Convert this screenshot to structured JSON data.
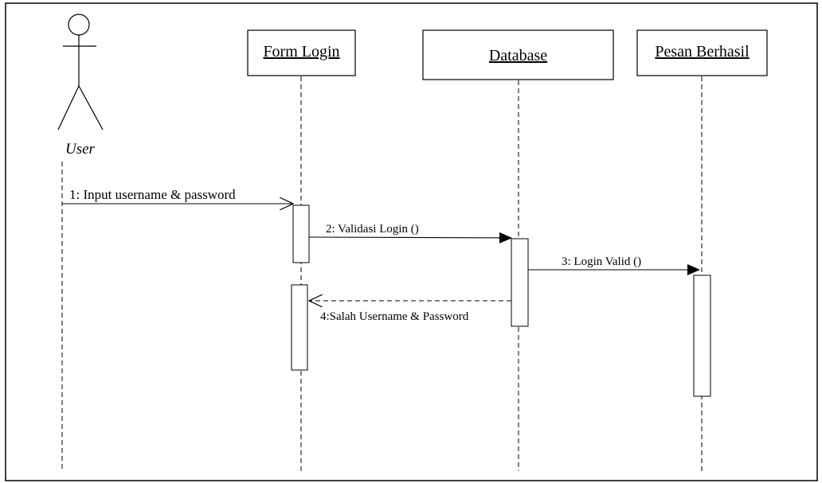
{
  "diagram": {
    "actor": {
      "label": "User"
    },
    "objects": [
      {
        "id": "form_login",
        "label": "Form Login"
      },
      {
        "id": "database",
        "label": "Database"
      },
      {
        "id": "pesan_berhasil",
        "label": "Pesan Berhasil"
      }
    ],
    "messages": [
      {
        "id": "m1",
        "label": "1:  Input username & password",
        "from": "User",
        "to": "Form Login",
        "kind": "sync-open"
      },
      {
        "id": "m2",
        "label": "2:  Validasi Login ()",
        "from": "Form Login",
        "to": "Database",
        "kind": "sync-filled"
      },
      {
        "id": "m3",
        "label": "3: Login Valid ()",
        "from": "Database",
        "to": "Pesan Berhasil",
        "kind": "sync-filled"
      },
      {
        "id": "m4",
        "label": "4:Salah Username & Password",
        "from": "Database",
        "to": "Form Login",
        "kind": "return-dashed"
      }
    ]
  }
}
